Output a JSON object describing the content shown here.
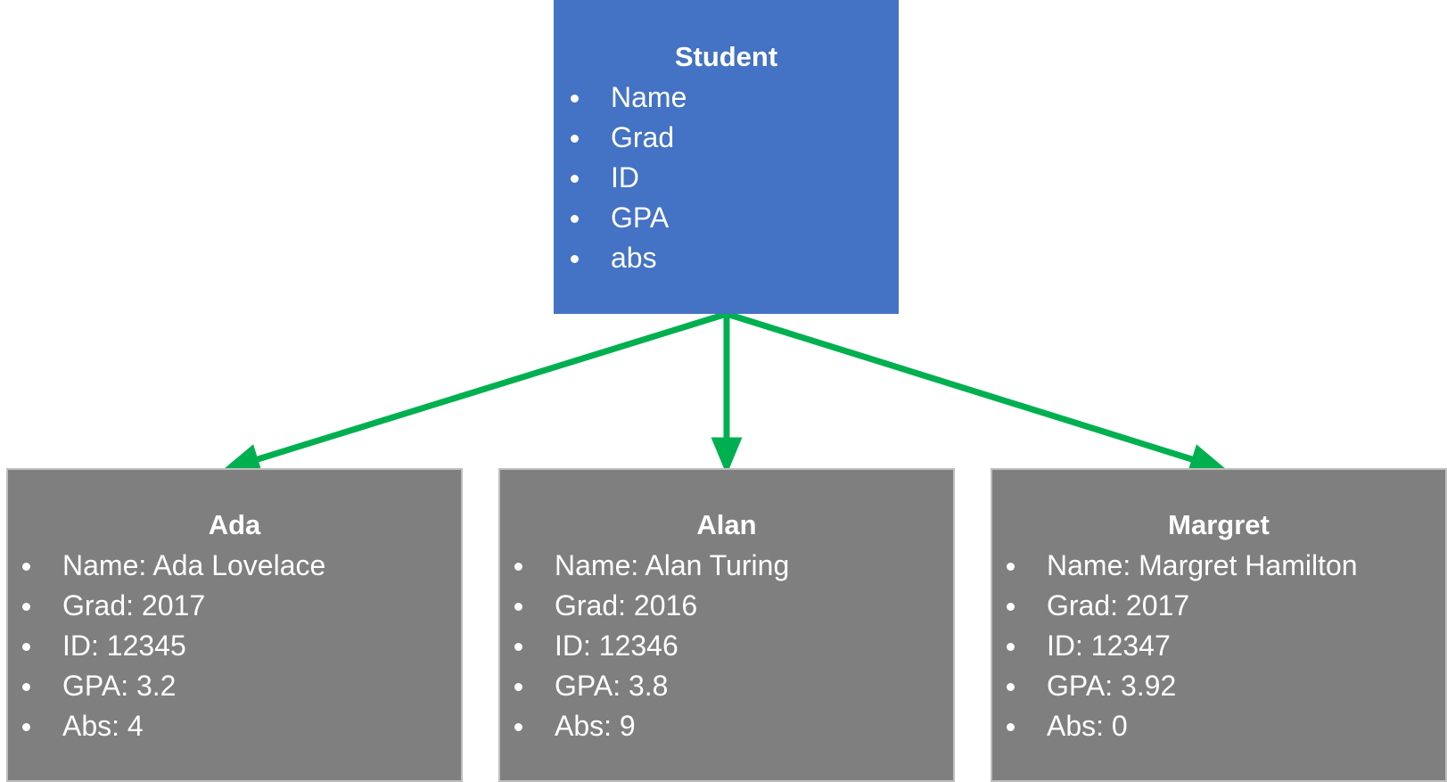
{
  "class_box": {
    "title": "Student",
    "attributes": [
      "Name",
      "Grad",
      "ID",
      "GPA",
      "abs"
    ],
    "color": "#4472c4"
  },
  "objects": [
    {
      "title": "Ada",
      "attributes": [
        "Name: Ada Lovelace",
        "Grad: 2017",
        "ID: 12345",
        "GPA: 3.2",
        "Abs: 4"
      ]
    },
    {
      "title": "Alan",
      "attributes": [
        "Name: Alan Turing",
        "Grad: 2016",
        "ID: 12346",
        "GPA: 3.8",
        "Abs: 9"
      ]
    },
    {
      "title": "Margret",
      "attributes": [
        "Name: Margret Hamilton",
        "Grad: 2017",
        "ID: 12347",
        "GPA: 3.92",
        "Abs: 0"
      ]
    }
  ],
  "colors": {
    "object_fill": "#7f7f7f",
    "object_border": "#bfbfbf",
    "arrow": "#00b050",
    "text": "#ffffff"
  }
}
